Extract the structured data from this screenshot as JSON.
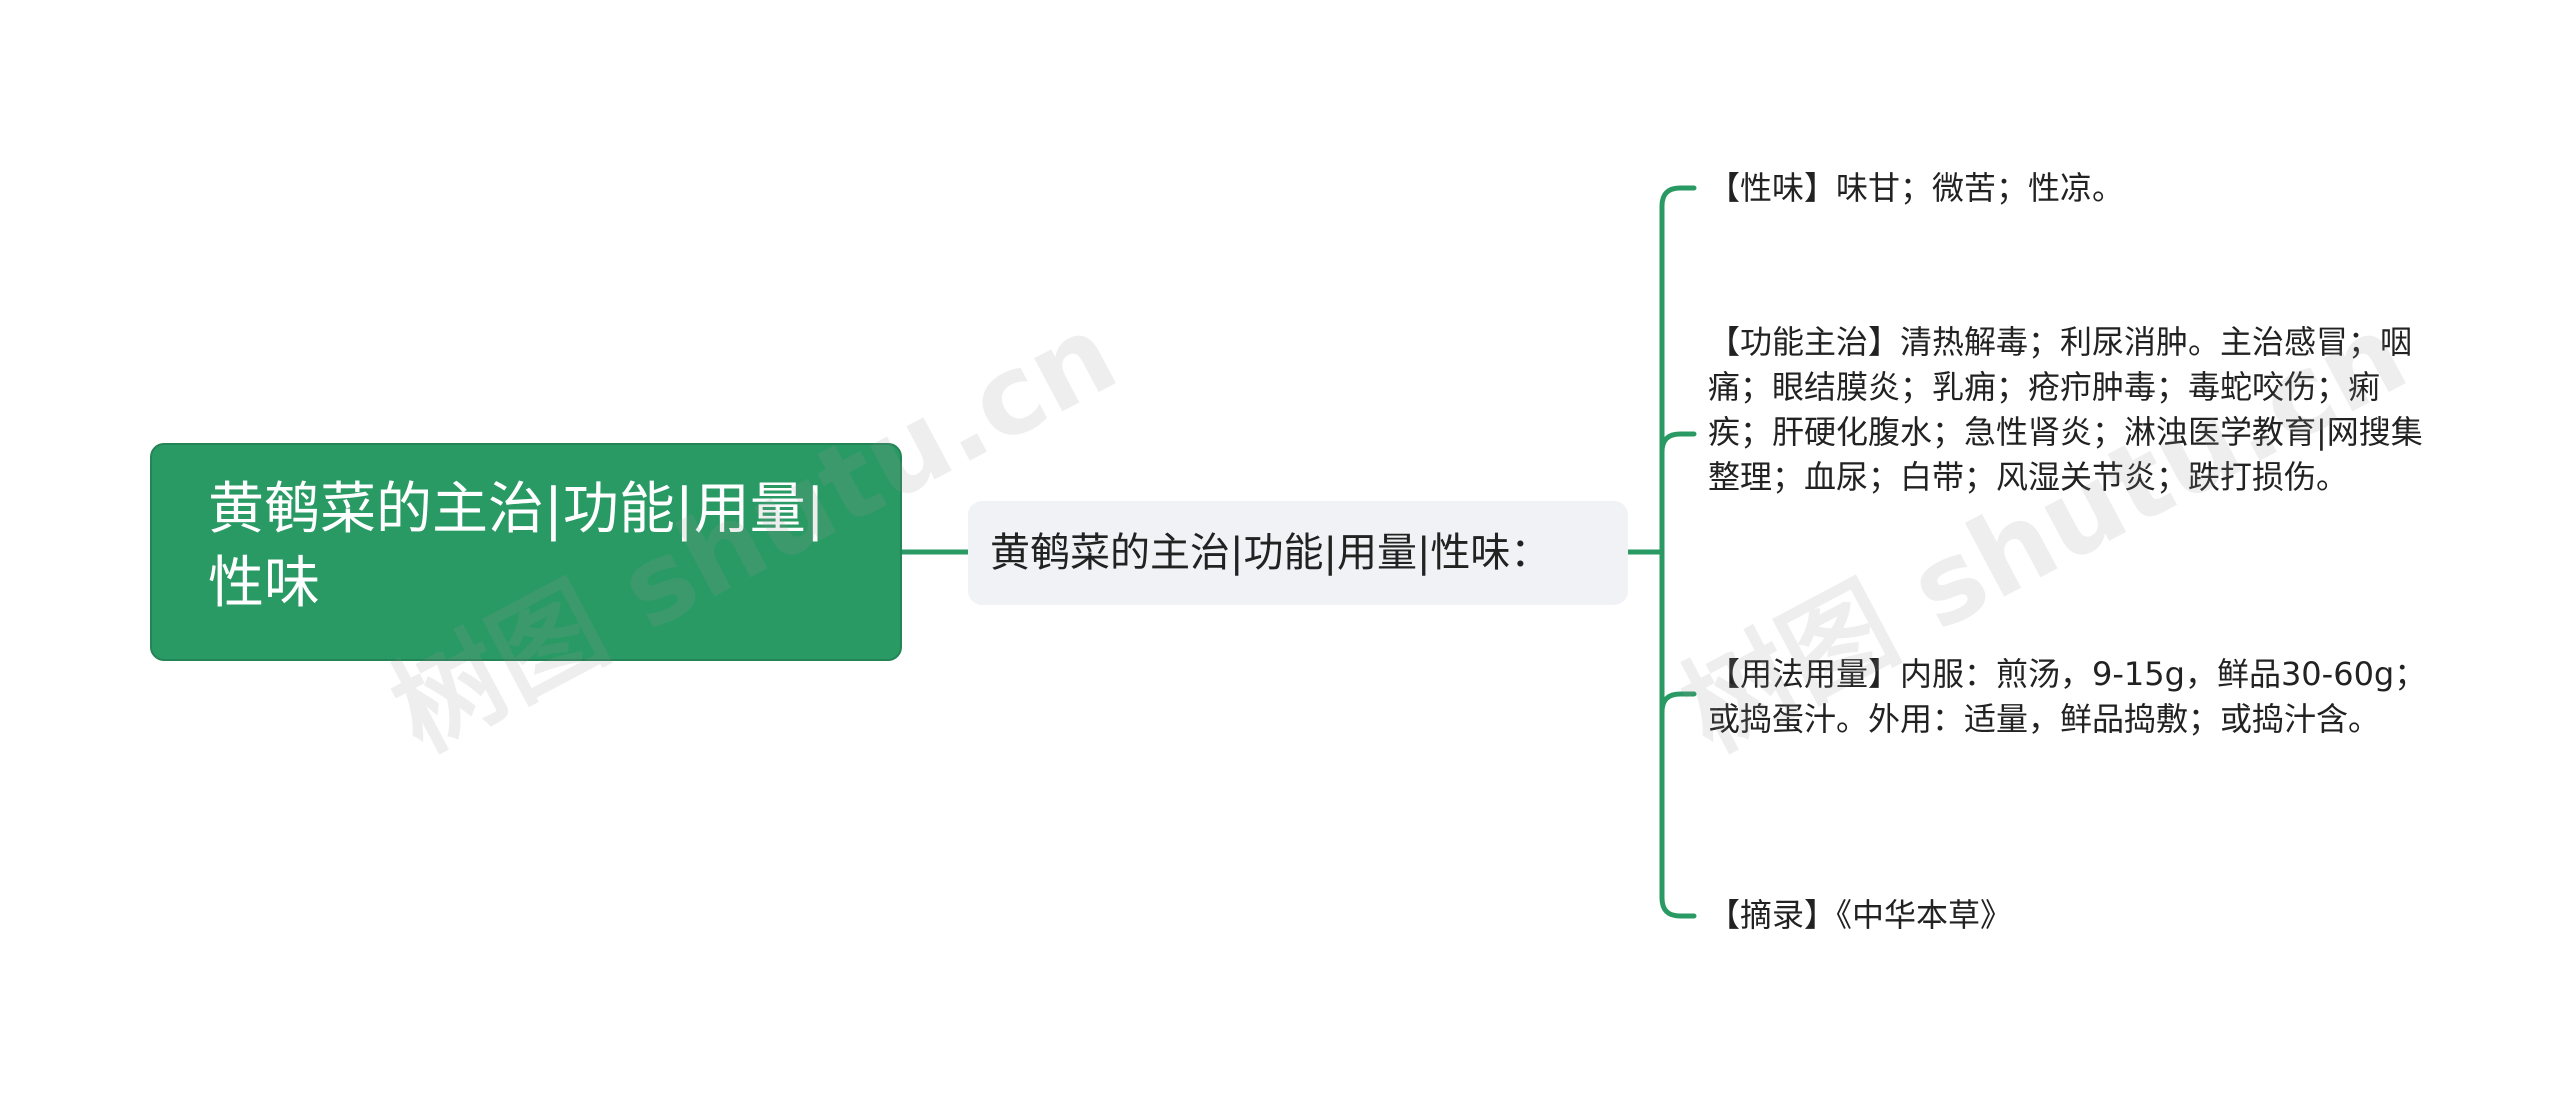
{
  "root": {
    "line1": "黄鹌菜的主治|功能|用量|",
    "line2": "性味"
  },
  "middle": {
    "label": "黄鹌菜的主治|功能|用量|性味："
  },
  "leaves": [
    {
      "text": "【性味】味甘；微苦；性凉。"
    },
    {
      "text": "【功能主治】清热解毒；利尿消肿。主治感冒；咽痛；眼结膜炎；乳痈；疮疖肿毒；毒蛇咬伤；痢疾；肝硬化腹水；急性肾炎；淋浊医学教育|网搜集整理；血尿；白带；风湿关节炎；跌打损伤。"
    },
    {
      "text": "【用法用量】内服：煎汤，9-15g，鲜品30-60g；或捣蛋汁。外用：适量，鲜品捣敷；或捣汁含。"
    },
    {
      "text": "【摘录】《中华本草》"
    }
  ],
  "watermarks": [
    "树图 shutu.cn",
    "树图 shutu.cn"
  ],
  "colors": {
    "root_fill": "#2a9a65",
    "connector": "#2a9a65",
    "mid_fill": "#f0f2f5"
  }
}
